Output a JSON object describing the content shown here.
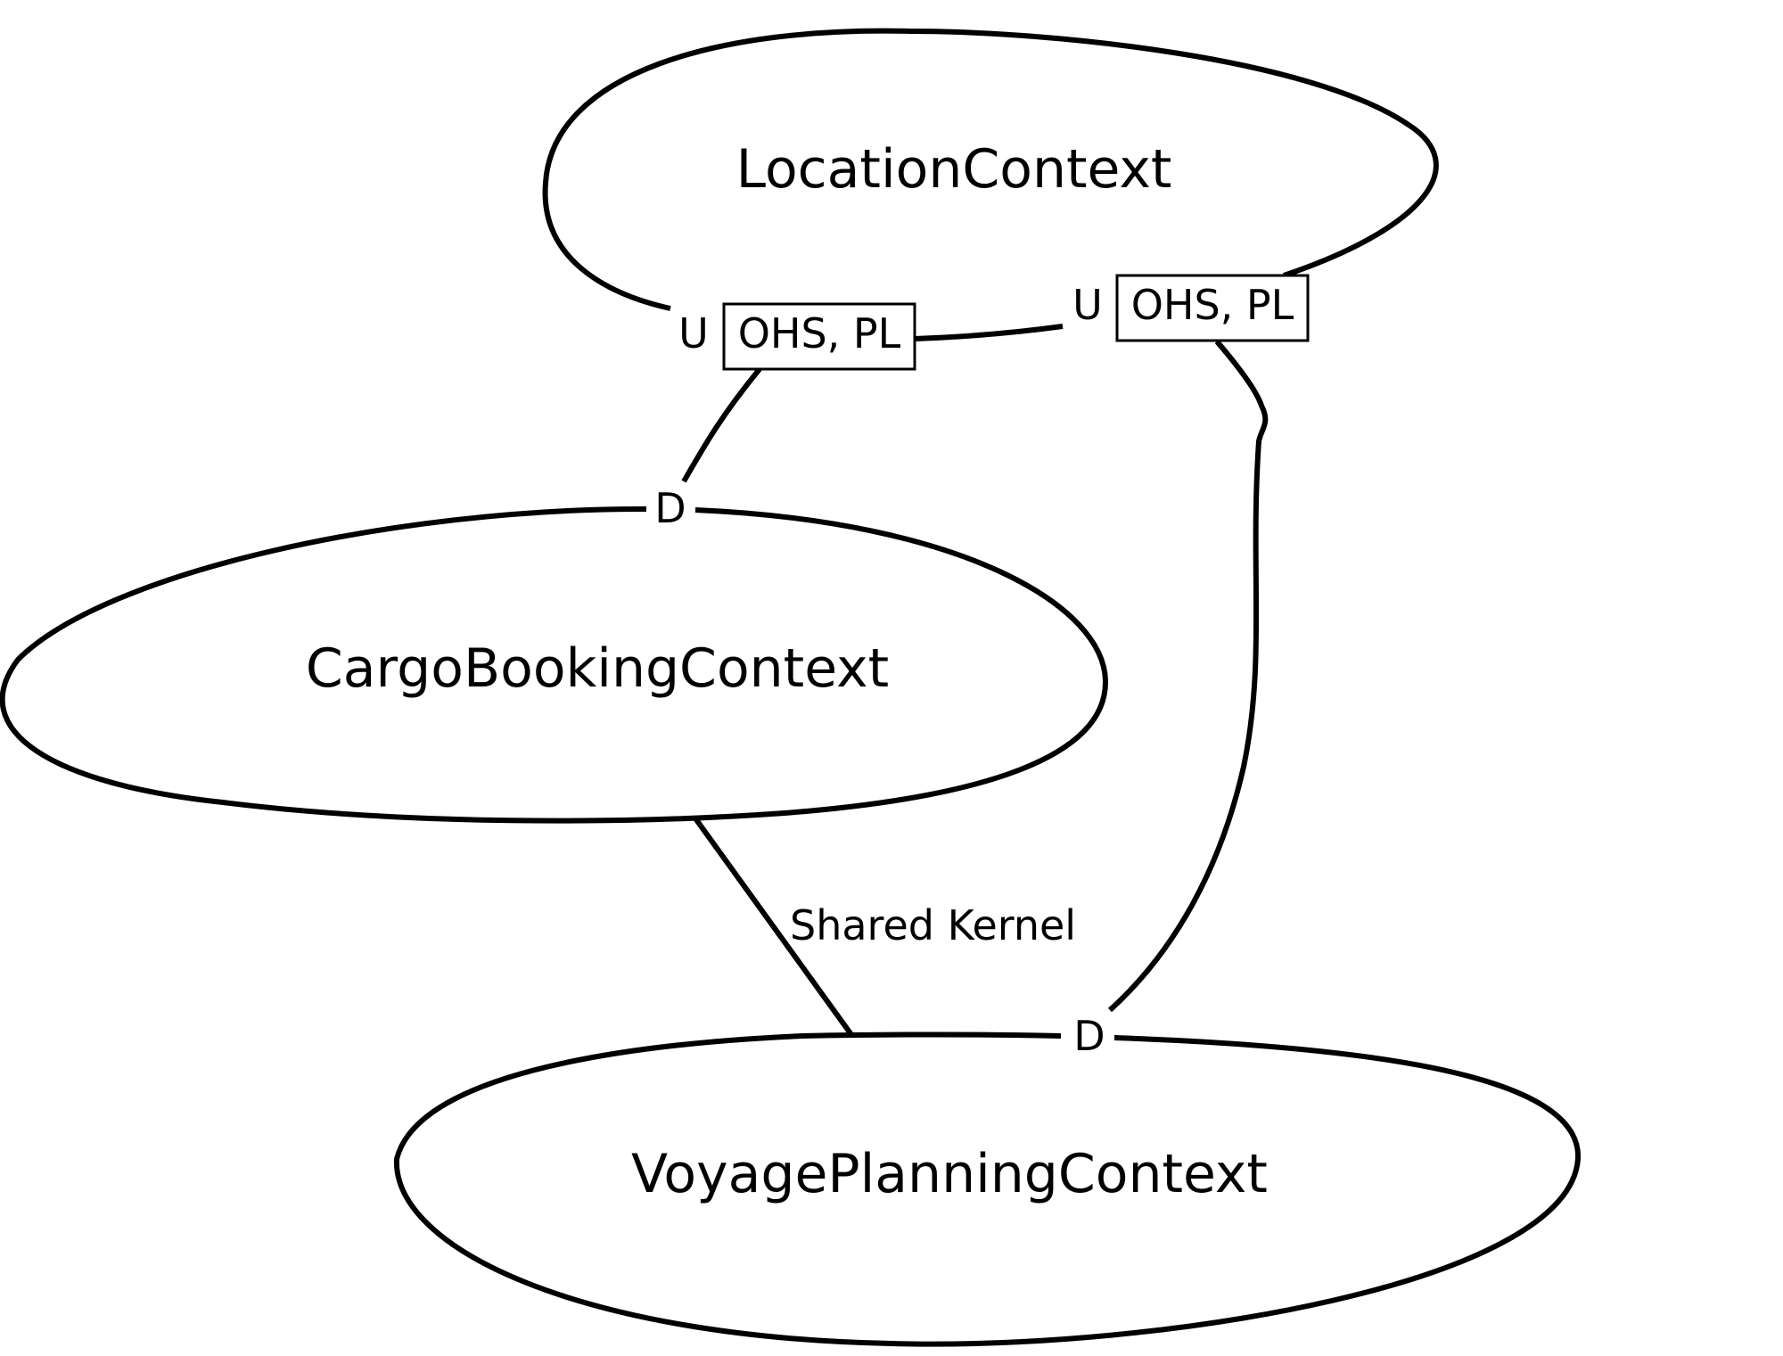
{
  "contexts": {
    "location": "LocationContext",
    "cargo_booking": "CargoBookingContext",
    "voyage_planning": "VoyagePlanningContext"
  },
  "relationships": [
    {
      "upstream": "LocationContext",
      "downstream": "CargoBookingContext",
      "upstream_role": "U",
      "downstream_role": "D",
      "patterns": "OHS, PL"
    },
    {
      "upstream": "LocationContext",
      "downstream": "VoyagePlanningContext",
      "upstream_role": "U",
      "downstream_role": "D",
      "patterns": "OHS, PL"
    },
    {
      "between": [
        "CargoBookingContext",
        "VoyagePlanningContext"
      ],
      "label": "Shared Kernel"
    }
  ],
  "colors": {
    "stroke": "#000000",
    "background": "#ffffff"
  }
}
